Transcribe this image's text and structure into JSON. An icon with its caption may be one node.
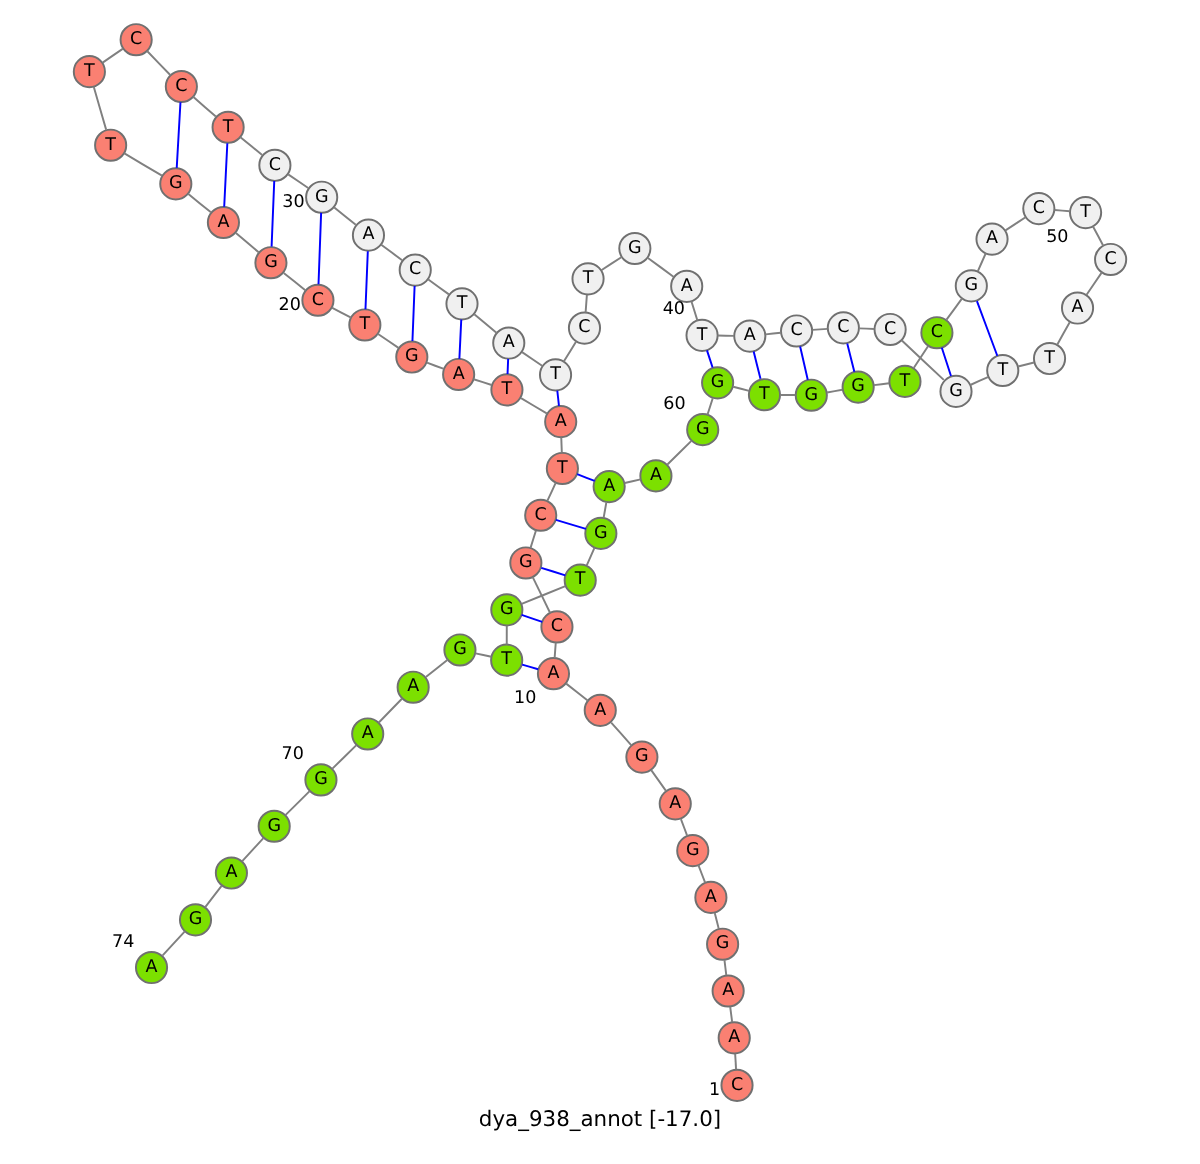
{
  "diagram": {
    "caption": "dya_938_annot [-17.0]",
    "nodes": [
      {
        "text": [
          "C"
        ],
        "beside": [
          "1"
        ]
      },
      {
        "text": [
          "A"
        ]
      },
      {
        "text": [
          "A"
        ]
      },
      {
        "text": [
          "G"
        ]
      },
      {
        "text": [
          "A"
        ]
      },
      {
        "text": [
          "G"
        ]
      },
      {
        "text": [
          "A"
        ]
      },
      {
        "text": [
          "G"
        ]
      },
      {
        "text": [
          "A"
        ]
      },
      {
        "text": [
          "A"
        ],
        "beside": [
          "10"
        ]
      },
      {
        "text": [
          "C"
        ]
      },
      {
        "text": [
          "G"
        ]
      },
      {
        "text": [
          "C"
        ]
      },
      {
        "text": [
          "T"
        ]
      },
      {
        "text": [
          "A"
        ]
      },
      {
        "text": [
          "T"
        ]
      },
      {
        "text": [
          "A"
        ]
      },
      {
        "text": [
          "G"
        ]
      },
      {
        "text": [
          "T"
        ]
      },
      {
        "text": [
          "C"
        ],
        "beside": [
          "20"
        ]
      },
      {
        "text": [
          "G"
        ]
      },
      {
        "text": [
          "A"
        ]
      },
      {
        "text": [
          "G"
        ]
      },
      {
        "text": [
          "T"
        ]
      },
      {
        "text": [
          "T"
        ]
      },
      {
        "text": [
          "C"
        ]
      },
      {
        "text": [
          "C"
        ]
      },
      {
        "text": [
          "T"
        ]
      },
      {
        "text": [
          "C"
        ]
      },
      {
        "text": [
          "G"
        ],
        "beside": [
          "30"
        ]
      },
      {
        "text": [
          "A"
        ]
      },
      {
        "text": [
          "C"
        ]
      },
      {
        "text": [
          "T"
        ]
      },
      {
        "text": [
          "A"
        ]
      },
      {
        "text": [
          "T"
        ]
      },
      {
        "text": [
          "C"
        ]
      },
      {
        "text": [
          "T"
        ]
      },
      {
        "text": [
          "G"
        ]
      },
      {
        "text": [
          "A"
        ]
      },
      {
        "text": [
          "T"
        ],
        "beside": [
          "40"
        ]
      },
      {
        "text": [
          "A"
        ]
      },
      {
        "text": [
          "C"
        ]
      },
      {
        "text": [
          "C"
        ]
      },
      {
        "text": [
          "C"
        ]
      },
      {
        "text": [
          "G"
        ]
      },
      {
        "text": [
          "T"
        ]
      },
      {
        "text": [
          "T"
        ]
      },
      {
        "text": [
          "A"
        ]
      },
      {
        "text": [
          "C"
        ]
      },
      {
        "text": [
          "T"
        ],
        "beside": [
          "50"
        ]
      },
      {
        "text": [
          "C"
        ]
      },
      {
        "text": [
          "A"
        ]
      },
      {
        "text": [
          "G"
        ]
      },
      {
        "text": [
          "C"
        ]
      },
      {
        "text": [
          "T"
        ]
      },
      {
        "text": [
          "G"
        ]
      },
      {
        "text": [
          "G"
        ]
      },
      {
        "text": [
          "T"
        ]
      },
      {
        "text": [
          "G"
        ]
      },
      {
        "text": [
          "G"
        ],
        "beside": [
          "60"
        ]
      },
      {
        "text": [
          "A"
        ]
      },
      {
        "text": [
          "A"
        ]
      },
      {
        "text": [
          "G"
        ]
      },
      {
        "text": [
          "T"
        ]
      },
      {
        "text": [
          "G"
        ]
      },
      {
        "text": [
          "T"
        ]
      },
      {
        "text": [
          "G"
        ]
      },
      {
        "text": [
          "A"
        ]
      },
      {
        "text": [
          "A"
        ]
      },
      {
        "text": [
          "G"
        ],
        "beside": [
          "70"
        ]
      },
      {
        "text": [
          "G"
        ]
      },
      {
        "text": [
          "A"
        ]
      },
      {
        "text": [
          "G"
        ]
      },
      {
        "text": [
          "A"
        ],
        "beside": [
          "74"
        ]
      }
    ],
    "edges": [
      {
        "from": 0,
        "to": 1,
        "arrow": "none"
      },
      {
        "from": 1,
        "to": 2,
        "arrow": "none"
      },
      {
        "from": 2,
        "to": 3,
        "arrow": "none"
      },
      {
        "from": 3,
        "to": 4,
        "arrow": "none"
      },
      {
        "from": 4,
        "to": 5,
        "arrow": "none"
      },
      {
        "from": 5,
        "to": 6,
        "arrow": "none"
      },
      {
        "from": 6,
        "to": 7,
        "arrow": "none"
      },
      {
        "from": 7,
        "to": 8,
        "arrow": "none"
      },
      {
        "from": 8,
        "to": 9,
        "arrow": "none"
      },
      {
        "from": 9,
        "to": 10,
        "arrow": "none"
      },
      {
        "from": 10,
        "to": 11,
        "arrow": "none"
      },
      {
        "from": 11,
        "to": 12,
        "arrow": "none"
      },
      {
        "from": 12,
        "to": 13,
        "arrow": "none"
      },
      {
        "from": 13,
        "to": 14,
        "arrow": "none"
      },
      {
        "from": 14,
        "to": 15,
        "arrow": "none"
      },
      {
        "from": 15,
        "to": 16,
        "arrow": "none"
      },
      {
        "from": 16,
        "to": 17,
        "arrow": "none"
      },
      {
        "from": 17,
        "to": 18,
        "arrow": "none"
      },
      {
        "from": 18,
        "to": 19,
        "arrow": "none"
      },
      {
        "from": 19,
        "to": 20,
        "arrow": "none"
      },
      {
        "from": 20,
        "to": 21,
        "arrow": "none"
      },
      {
        "from": 21,
        "to": 22,
        "arrow": "none"
      },
      {
        "from": 22,
        "to": 23,
        "arrow": "none"
      },
      {
        "from": 23,
        "to": 24,
        "arrow": "none"
      },
      {
        "from": 24,
        "to": 25,
        "arrow": "none"
      },
      {
        "from": 25,
        "to": 26,
        "arrow": "none"
      },
      {
        "from": 26,
        "to": 27,
        "arrow": "none"
      },
      {
        "from": 27,
        "to": 28,
        "arrow": "none"
      },
      {
        "from": 28,
        "to": 29,
        "arrow": "none"
      },
      {
        "from": 29,
        "to": 30,
        "arrow": "none"
      },
      {
        "from": 30,
        "to": 31,
        "arrow": "none"
      },
      {
        "from": 31,
        "to": 32,
        "arrow": "none"
      },
      {
        "from": 32,
        "to": 33,
        "arrow": "none"
      },
      {
        "from": 33,
        "to": 34,
        "arrow": "none"
      },
      {
        "from": 34,
        "to": 35,
        "arrow": "none"
      },
      {
        "from": 35,
        "to": 36,
        "arrow": "none"
      },
      {
        "from": 36,
        "to": 37,
        "arrow": "none"
      },
      {
        "from": 37,
        "to": 38,
        "arrow": "none"
      },
      {
        "from": 38,
        "to": 39,
        "arrow": "none"
      },
      {
        "from": 39,
        "to": 40,
        "arrow": "none"
      },
      {
        "from": 40,
        "to": 41,
        "arrow": "none"
      },
      {
        "from": 41,
        "to": 42,
        "arrow": "none"
      },
      {
        "from": 42,
        "to": 43,
        "arrow": "none"
      },
      {
        "from": 43,
        "to": 44,
        "arrow": "none"
      },
      {
        "from": 44,
        "to": 45,
        "arrow": "none"
      },
      {
        "from": 45,
        "to": 46,
        "arrow": "none"
      },
      {
        "from": 46,
        "to": 47,
        "arrow": "none"
      },
      {
        "from": 47,
        "to": 48,
        "arrow": "none"
      },
      {
        "from": 48,
        "to": 49,
        "arrow": "none"
      },
      {
        "from": 49,
        "to": 50,
        "arrow": "none"
      },
      {
        "from": 50,
        "to": 51,
        "arrow": "none"
      },
      {
        "from": 51,
        "to": 52,
        "arrow": "none"
      },
      {
        "from": 52,
        "to": 53,
        "arrow": "none"
      },
      {
        "from": 53,
        "to": 54,
        "arrow": "none"
      },
      {
        "from": 54,
        "to": 55,
        "arrow": "none"
      },
      {
        "from": 55,
        "to": 56,
        "arrow": "none"
      },
      {
        "from": 56,
        "to": 57,
        "arrow": "none"
      },
      {
        "from": 57,
        "to": 58,
        "arrow": "none"
      },
      {
        "from": 58,
        "to": 59,
        "arrow": "none"
      },
      {
        "from": 59,
        "to": 60,
        "arrow": "none"
      },
      {
        "from": 60,
        "to": 61,
        "arrow": "none"
      },
      {
        "from": 61,
        "to": 62,
        "arrow": "none"
      },
      {
        "from": 62,
        "to": 63,
        "arrow": "none"
      },
      {
        "from": 63,
        "to": 64,
        "arrow": "none"
      },
      {
        "from": 64,
        "to": 65,
        "arrow": "none"
      },
      {
        "from": 65,
        "to": 66,
        "arrow": "none"
      },
      {
        "from": 66,
        "to": 67,
        "arrow": "none"
      },
      {
        "from": 67,
        "to": 68,
        "arrow": "none"
      },
      {
        "from": 68,
        "to": 69,
        "arrow": "none"
      },
      {
        "from": 69,
        "to": 70,
        "arrow": "none"
      },
      {
        "from": 70,
        "to": 71,
        "arrow": "none"
      },
      {
        "from": 71,
        "to": 72,
        "arrow": "none"
      },
      {
        "from": 72,
        "to": 73,
        "arrow": "none"
      },
      {
        "from": 9,
        "to": 65,
        "arrow": "none",
        "color": "#0000ff"
      },
      {
        "from": 10,
        "to": 64,
        "arrow": "none",
        "color": "#0000ff"
      },
      {
        "from": 11,
        "to": 63,
        "arrow": "none",
        "color": "#0000ff"
      },
      {
        "from": 12,
        "to": 62,
        "arrow": "none",
        "color": "#0000ff"
      },
      {
        "from": 13,
        "to": 61,
        "arrow": "none",
        "color": "#0000ff"
      },
      {
        "from": 14,
        "to": 34,
        "arrow": "none",
        "color": "#0000ff"
      },
      {
        "from": 15,
        "to": 33,
        "arrow": "none",
        "color": "#0000ff"
      },
      {
        "from": 16,
        "to": 32,
        "arrow": "none",
        "color": "#0000ff"
      },
      {
        "from": 17,
        "to": 31,
        "arrow": "none",
        "color": "#0000ff"
      },
      {
        "from": 18,
        "to": 30,
        "arrow": "none",
        "color": "#0000ff"
      },
      {
        "from": 19,
        "to": 29,
        "arrow": "none",
        "color": "#0000ff"
      },
      {
        "from": 20,
        "to": 28,
        "arrow": "none",
        "color": "#0000ff"
      },
      {
        "from": 21,
        "to": 27,
        "arrow": "none",
        "color": "#0000ff"
      },
      {
        "from": 22,
        "to": 26,
        "arrow": "none",
        "color": "#0000ff"
      },
      {
        "from": 39,
        "to": 58,
        "arrow": "none",
        "color": "#0000ff"
      },
      {
        "from": 40,
        "to": 57,
        "arrow": "none",
        "color": "#0000ff"
      },
      {
        "from": 41,
        "to": 56,
        "arrow": "none",
        "color": "#0000ff"
      },
      {
        "from": 42,
        "to": 55,
        "arrow": "none",
        "color": "#0000ff"
      },
      {
        "from": 44,
        "to": 53,
        "arrow": "none",
        "color": "#0000ff"
      },
      {
        "from": 45,
        "to": 52,
        "arrow": "none",
        "color": "#0000ff"
      }
    ]
  }
}
